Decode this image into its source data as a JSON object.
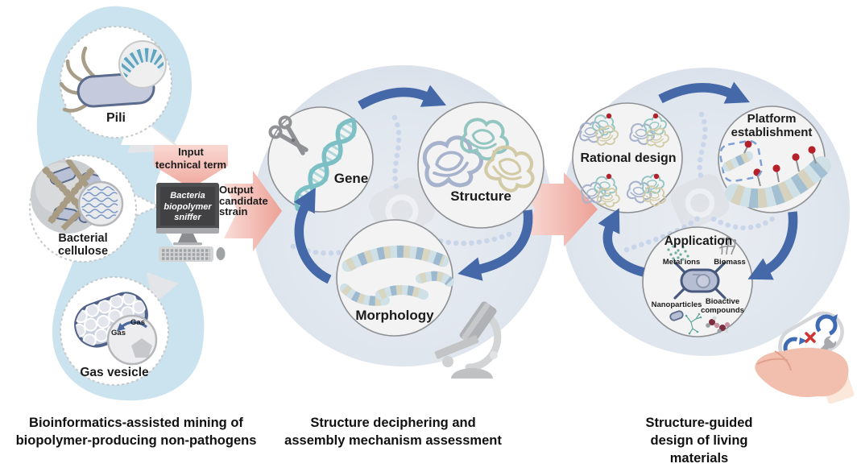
{
  "colors": {
    "arrow_blue": "#4468a8",
    "flow_pink": "#efa79d",
    "panel_blue": "#cbe3ee",
    "cycle_bg": "#dfe4ed",
    "marker_red": "#b5202a"
  },
  "left_panel": {
    "bubbles": [
      "Pili",
      "Bacterial\ncellulose",
      "Gas vesicle"
    ],
    "gas_annotations": [
      "Gas",
      "Gas"
    ],
    "input_arrow_label": "Input\ntechnical term",
    "computer_screen_text": "Bacteria\nbiopolymer\nsniffer",
    "output_arrow_label": "Output\ncandidate\nstrain",
    "caption": "Bioinformatics-assisted mining of\nbiopolymer-producing non-pathogens"
  },
  "cycle_panel": {
    "node_gene": "Gene",
    "node_structure": "Structure",
    "node_morphology": "Morphology",
    "caption": "Structure deciphering and\nassembly mechanism assessment"
  },
  "design_panel": {
    "node_rational": "Rational design",
    "node_platform": "Platform\nestablishment",
    "node_application": "Application",
    "app_items": [
      "Metal ions",
      "Biomass",
      "Nanoparticles",
      "Bioactive\ncompounds"
    ],
    "caption": "Structure-guided\ndesign of living materials"
  }
}
